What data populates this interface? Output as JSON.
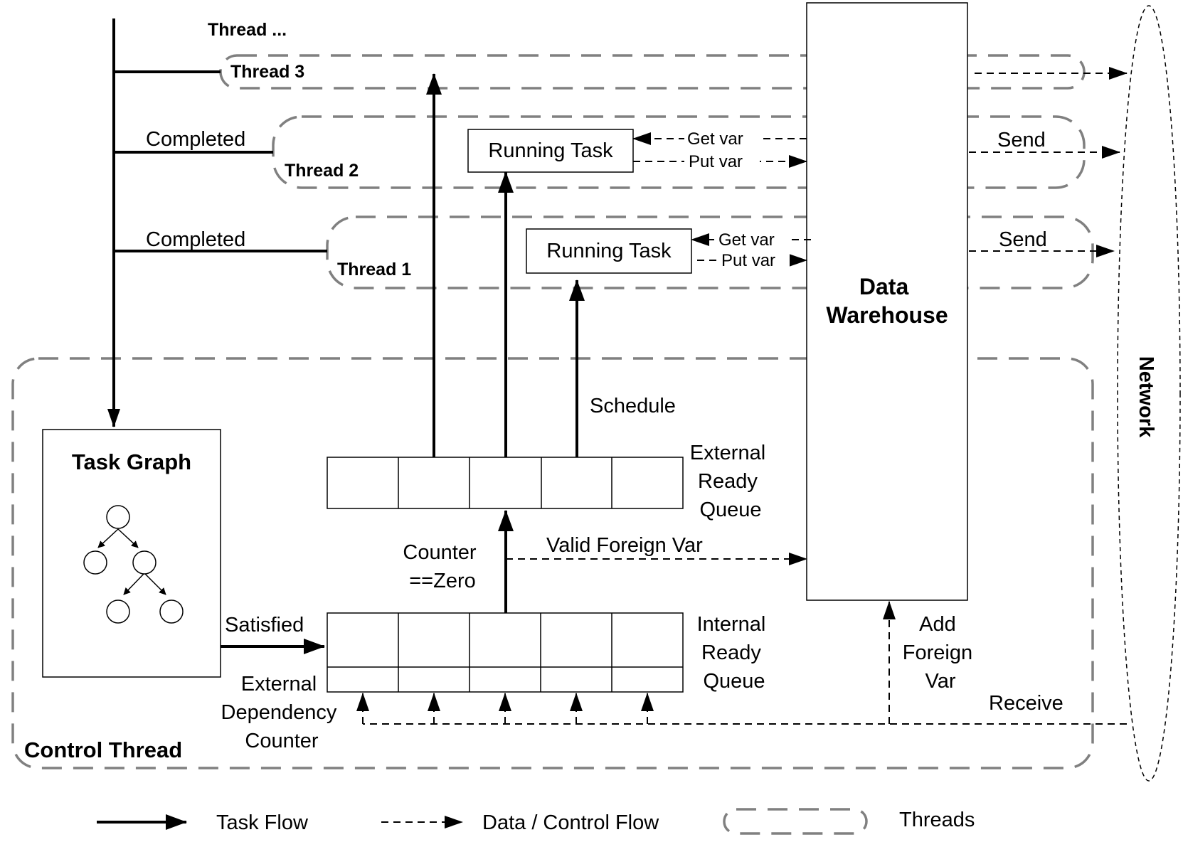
{
  "threads": {
    "more": "Thread ...",
    "thread3": "Thread 3",
    "thread2": "Thread 2",
    "thread1": "Thread 1"
  },
  "completed_labels": [
    "Completed",
    "Completed"
  ],
  "running_tasks": [
    "Running Task",
    "Running Task"
  ],
  "var_ops": {
    "get_var": "Get var",
    "put_var": "Put var"
  },
  "send_labels": [
    "Send",
    "Send"
  ],
  "data_warehouse": [
    "Data",
    "Warehouse"
  ],
  "network": "Network",
  "schedule": "Schedule",
  "external_ready_queue": [
    "External",
    "Ready",
    "Queue"
  ],
  "counter_zero": [
    "Counter",
    "==Zero"
  ],
  "valid_foreign_var": "Valid Foreign Var",
  "task_graph": "Task Graph",
  "satisfied": "Satisfied",
  "internal_ready_queue": [
    "Internal",
    "Ready",
    "Queue"
  ],
  "add_foreign_var": [
    "Add",
    "Foreign",
    "Var"
  ],
  "receive": "Receive",
  "external_dependency_counter": [
    "External",
    "Dependency",
    "Counter"
  ],
  "control_thread": "Control Thread",
  "legend": {
    "task_flow": "Task Flow",
    "data_control_flow": "Data / Control Flow",
    "threads": "Threads"
  }
}
